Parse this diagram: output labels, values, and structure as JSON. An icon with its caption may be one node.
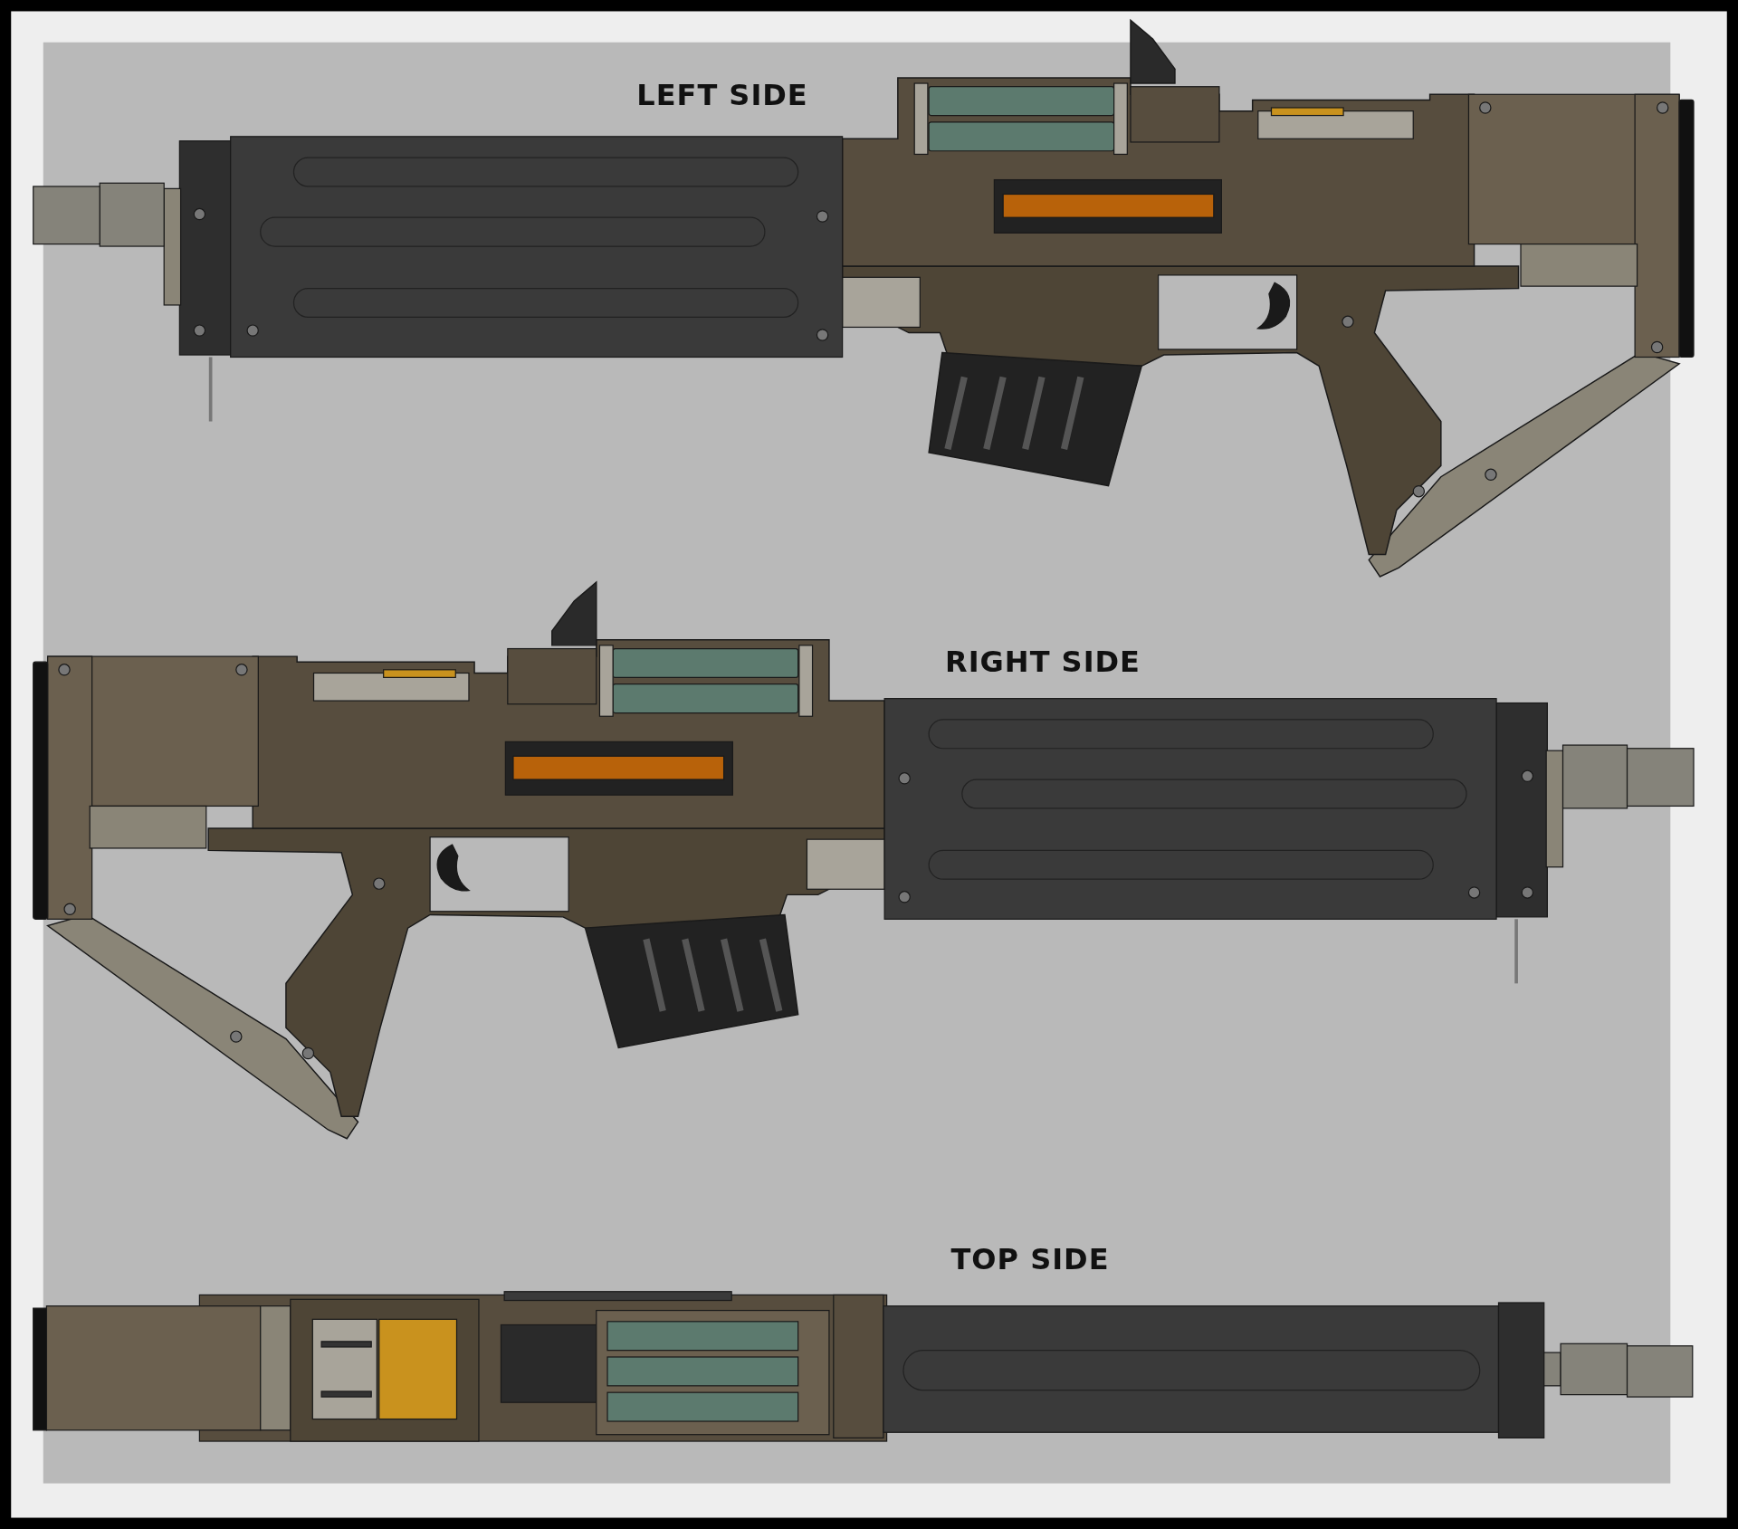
{
  "diagram": {
    "labels": [
      "LEFT SIDE",
      "RIGHT SIDE",
      "TOP SIDE"
    ]
  }
}
